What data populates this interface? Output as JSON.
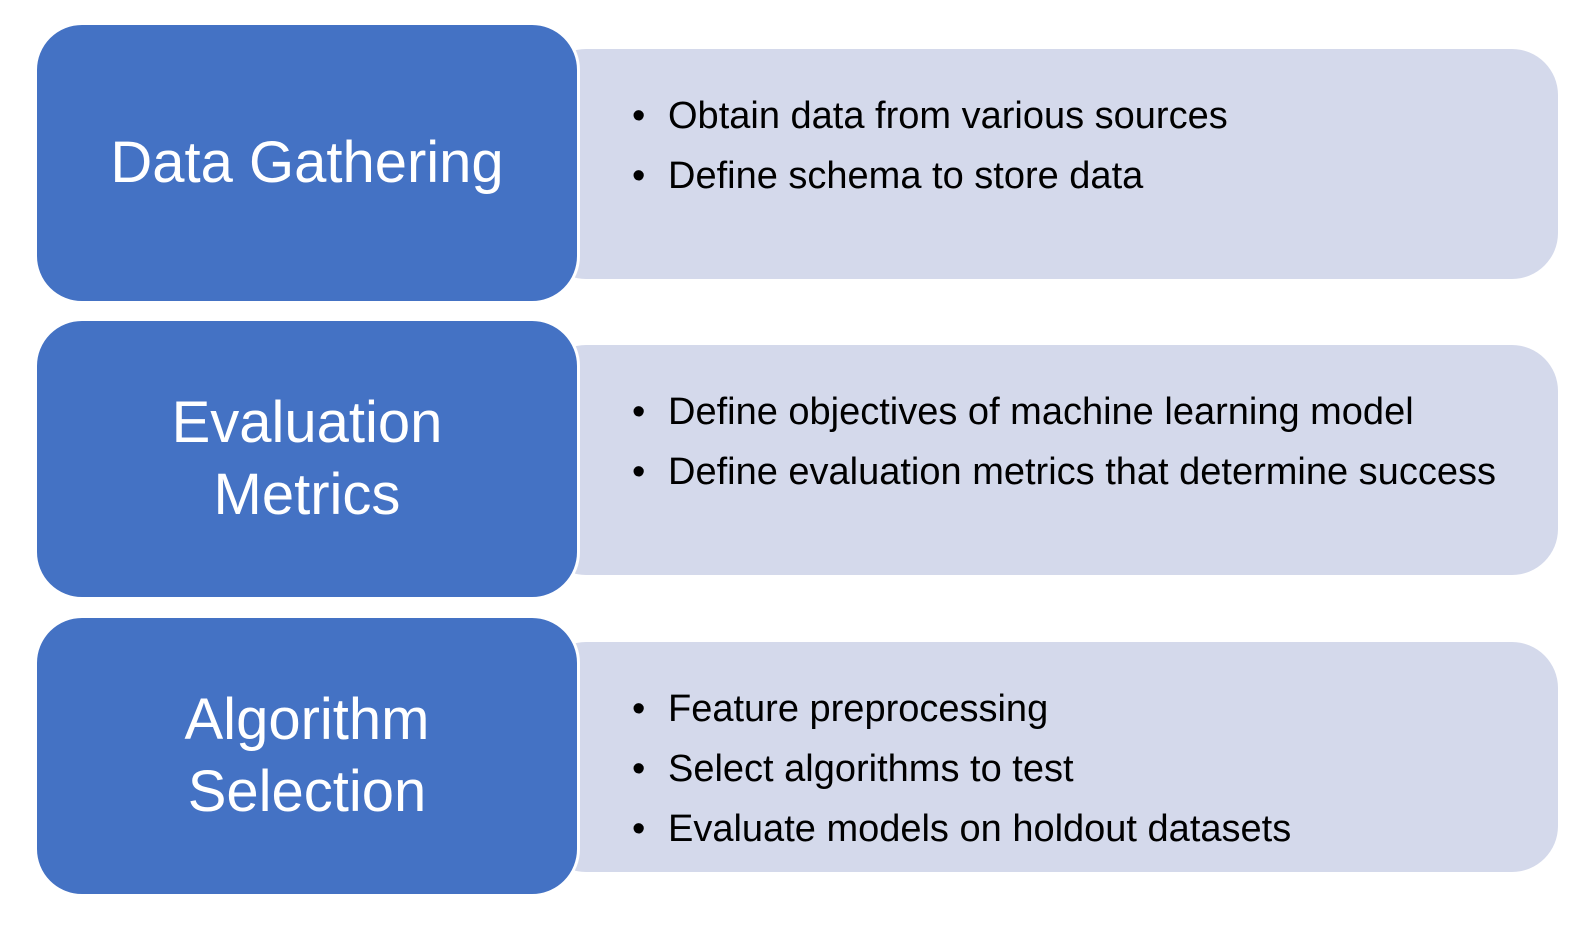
{
  "stages": [
    {
      "title": "Data Gathering",
      "bullets": [
        "Obtain data from various sources",
        "Define schema to store data"
      ]
    },
    {
      "title": "Evaluation Metrics",
      "bullets": [
        "Define objectives of machine learning model",
        "Define evaluation metrics that determine success"
      ]
    },
    {
      "title": "Algorithm Selection",
      "bullets": [
        "Feature preprocessing",
        "Select algorithms to test",
        "Evaluate models on holdout datasets"
      ]
    }
  ],
  "bullet_glyph": "•",
  "colors": {
    "heading_fill": "#4472c4",
    "panel_fill": "#d4d9eb",
    "heading_text": "#ffffff",
    "body_text": "#000000"
  }
}
